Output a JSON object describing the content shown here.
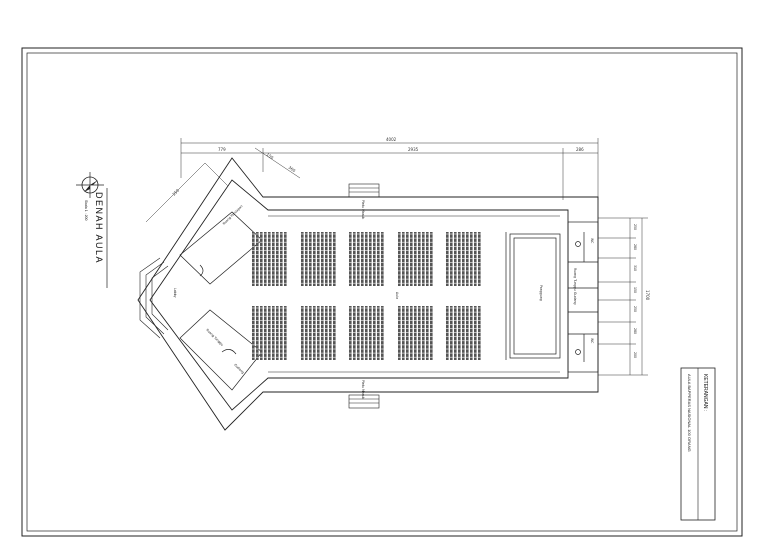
{
  "drawing": {
    "title": "DENAH AULA",
    "scale_note": "Skala 1 : 200",
    "legend_heading": "KETERANGAN :",
    "legend_text": "AULA BAPPERAS NASIONAL 100 ORANG",
    "stage_label": "Panggung",
    "hall_label": "Aula",
    "lobby_label": "Lobby",
    "room_labels": [
      "Ruang Persiapan",
      "Ruang Tunggu",
      "Gudang",
      "Ruang Tunggu",
      "Gudang",
      "WC",
      "WC"
    ],
    "door_labels": [
      "Pintu Masuk",
      "Pintu Masuk"
    ]
  },
  "dimensions": {
    "top_total": "4002",
    "top_segments": [
      "779",
      "2935",
      "286"
    ],
    "angled": [
      "250",
      "150",
      "360"
    ],
    "right_total": "1700",
    "right_segments": [
      "250",
      "280",
      "310",
      "150",
      "250",
      "280",
      "200"
    ]
  }
}
